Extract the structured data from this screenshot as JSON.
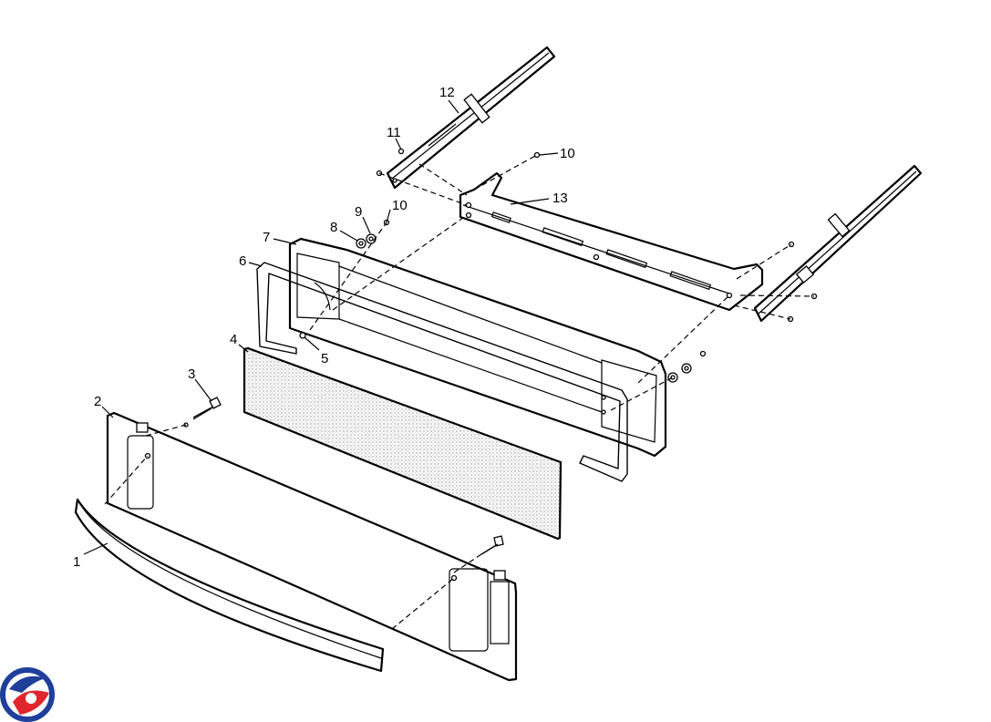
{
  "diagram": {
    "callouts": [
      {
        "id": "1",
        "label": "1"
      },
      {
        "id": "2",
        "label": "2"
      },
      {
        "id": "3",
        "label": "3"
      },
      {
        "id": "4",
        "label": "4"
      },
      {
        "id": "5",
        "label": "5"
      },
      {
        "id": "6",
        "label": "6"
      },
      {
        "id": "7",
        "label": "7"
      },
      {
        "id": "8",
        "label": "8"
      },
      {
        "id": "9",
        "label": "9"
      },
      {
        "id": "10a",
        "label": "10"
      },
      {
        "id": "10b",
        "label": "10"
      },
      {
        "id": "11",
        "label": "11"
      },
      {
        "id": "12",
        "label": "12"
      },
      {
        "id": "13",
        "label": "13"
      }
    ]
  },
  "logo": {
    "colors": {
      "blue": "#1f3f9a",
      "red": "#e0262d"
    }
  }
}
